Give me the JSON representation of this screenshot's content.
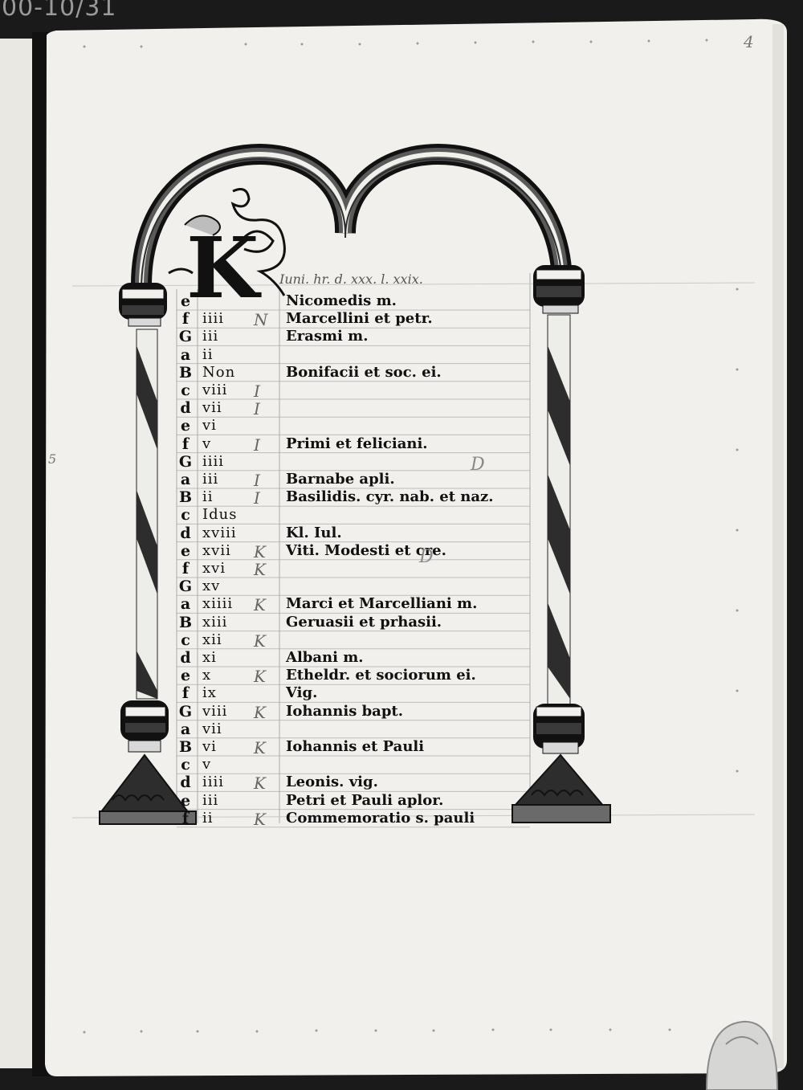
{
  "corner_label": "00-10/31",
  "folio_number": "4",
  "margin_number": "5",
  "header_line": "Iuni. hr. d. xxx. l. xxix.",
  "initial_letter": "K",
  "rows": [
    {
      "letter": "e",
      "numeral": "",
      "kal": "",
      "entry": "Nicomedis m."
    },
    {
      "letter": "f",
      "numeral": "iiii",
      "kal": "N",
      "entry": "Marcellini et petr."
    },
    {
      "letter": "G",
      "numeral": "iii",
      "kal": "",
      "entry": "Erasmi m."
    },
    {
      "letter": "a",
      "numeral": "ii",
      "kal": "",
      "entry": ""
    },
    {
      "letter": "B",
      "numeral": "Non",
      "kal": "",
      "entry": "Bonifacii et soc. ei."
    },
    {
      "letter": "c",
      "numeral": "viii",
      "kal": "I",
      "entry": ""
    },
    {
      "letter": "d",
      "numeral": "vii",
      "kal": "I",
      "entry": ""
    },
    {
      "letter": "e",
      "numeral": "vi",
      "kal": "",
      "entry": ""
    },
    {
      "letter": "f",
      "numeral": "v",
      "kal": "I",
      "entry": "Primi et feliciani."
    },
    {
      "letter": "G",
      "numeral": "iiii",
      "kal": "",
      "entry": ""
    },
    {
      "letter": "a",
      "numeral": "iii",
      "kal": "I",
      "entry": "Barnabe apli."
    },
    {
      "letter": "B",
      "numeral": "ii",
      "kal": "I",
      "entry": "Basilidis. cyr. nab. et naz."
    },
    {
      "letter": "c",
      "numeral": "Idus",
      "kal": "",
      "entry": ""
    },
    {
      "letter": "d",
      "numeral": "xviii",
      "kal": "",
      "entry": "Kl. Iul."
    },
    {
      "letter": "e",
      "numeral": "xvii",
      "kal": "K",
      "entry": "Viti. Modesti et cre."
    },
    {
      "letter": "f",
      "numeral": "xvi",
      "kal": "K",
      "entry": ""
    },
    {
      "letter": "G",
      "numeral": "xv",
      "kal": "",
      "entry": ""
    },
    {
      "letter": "a",
      "numeral": "xiiii",
      "kal": "K",
      "entry": "Marci et Marcelliani m."
    },
    {
      "letter": "B",
      "numeral": "xiii",
      "kal": "",
      "entry": "Geruasii et prhasii."
    },
    {
      "letter": "c",
      "numeral": "xii",
      "kal": "K",
      "entry": ""
    },
    {
      "letter": "d",
      "numeral": "xi",
      "kal": "",
      "entry": "Albani m."
    },
    {
      "letter": "e",
      "numeral": "x",
      "kal": "K",
      "entry": "Etheldr. et sociorum ei."
    },
    {
      "letter": "f",
      "numeral": "ix",
      "kal": "",
      "entry": "Vig."
    },
    {
      "letter": "G",
      "numeral": "viii",
      "kal": "K",
      "entry": "Iohannis bapt."
    },
    {
      "letter": "a",
      "numeral": "vii",
      "kal": "",
      "entry": ""
    },
    {
      "letter": "B",
      "numeral": "vi",
      "kal": "K",
      "entry": "Iohannis et Pauli"
    },
    {
      "letter": "c",
      "numeral": "v",
      "kal": "",
      "entry": ""
    },
    {
      "letter": "d",
      "numeral": "iiii",
      "kal": "K",
      "entry": "Leonis. vig."
    },
    {
      "letter": "e",
      "numeral": "iii",
      "kal": "",
      "entry": "Petri et Pauli aplor."
    },
    {
      "letter": "f",
      "numeral": "ii",
      "kal": "K",
      "entry": "Commemoratio s. pauli"
    }
  ],
  "annotations": {
    "d_mark_1": "D",
    "d_mark_2": "D"
  },
  "colors": {
    "parchment": "#f1f0ec",
    "ink": "#111111",
    "column_dark": "#2d2d2d",
    "column_mid": "#5a5a5a",
    "ruling": "#b9b9b9",
    "background": "#1a1a1a"
  }
}
